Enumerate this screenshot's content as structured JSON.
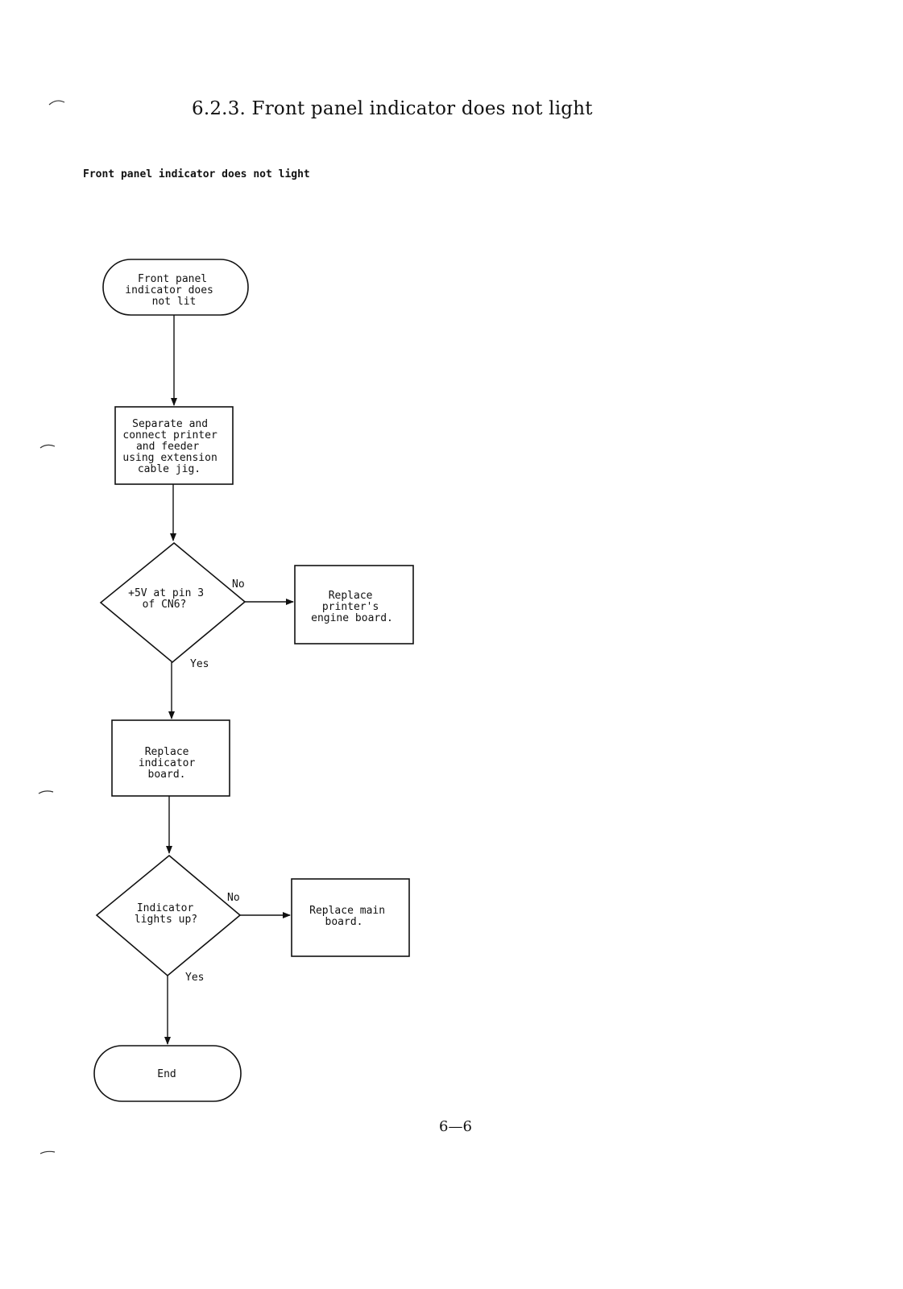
{
  "section": {
    "heading": "6.2.3.  Front panel indicator does not light",
    "subheading": "Front panel indicator does not light"
  },
  "flowchart": {
    "nodes": {
      "start": {
        "shape": "terminator",
        "lines": [
          "Front panel",
          "indicator does",
          "not lit"
        ]
      },
      "separate": {
        "shape": "process",
        "lines": [
          "Separate and",
          "connect printer",
          "and feeder",
          "using extension",
          "cable jig."
        ]
      },
      "check5v": {
        "shape": "decision",
        "lines": [
          "+5V at pin 3",
          "of CN6?"
        ]
      },
      "replace_engine": {
        "shape": "process",
        "lines": [
          "Replace",
          "printer's",
          "engine board."
        ]
      },
      "replace_indicator": {
        "shape": "process",
        "lines": [
          "Replace",
          "indicator",
          "board."
        ]
      },
      "lights_up": {
        "shape": "decision",
        "lines": [
          "Indicator",
          "lights up?"
        ]
      },
      "replace_main": {
        "shape": "process",
        "lines": [
          "Replace main",
          "board."
        ]
      },
      "end": {
        "shape": "terminator",
        "lines": [
          "End"
        ]
      }
    },
    "edges": [
      {
        "from": "start",
        "to": "separate",
        "label": ""
      },
      {
        "from": "separate",
        "to": "check5v",
        "label": ""
      },
      {
        "from": "check5v",
        "to": "replace_engine",
        "label": "No"
      },
      {
        "from": "check5v",
        "to": "replace_indicator",
        "label": "Yes"
      },
      {
        "from": "replace_indicator",
        "to": "lights_up",
        "label": ""
      },
      {
        "from": "lights_up",
        "to": "replace_main",
        "label": "No"
      },
      {
        "from": "lights_up",
        "to": "end",
        "label": "Yes"
      }
    ]
  },
  "footer": {
    "page_number": "6—6"
  }
}
